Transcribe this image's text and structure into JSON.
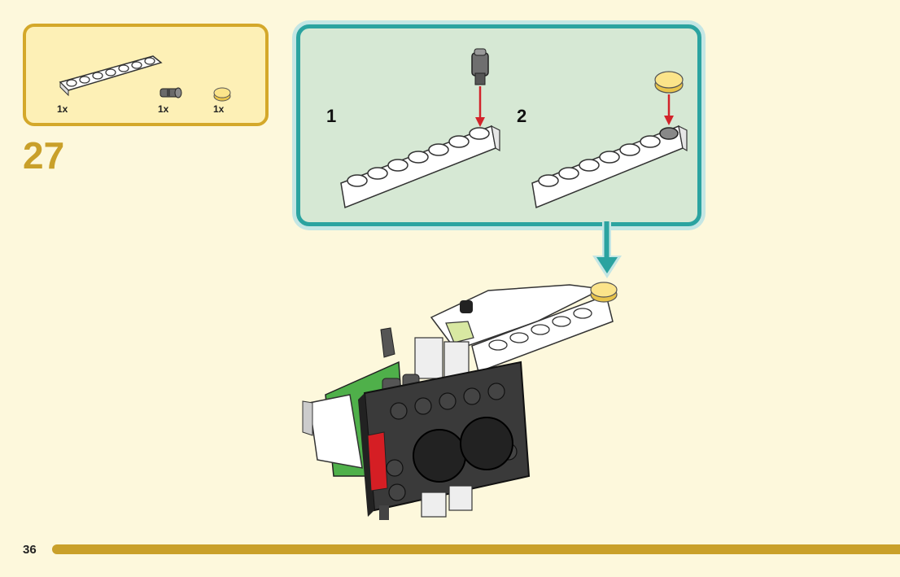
{
  "parts": [
    {
      "icon": "white-beam-icon",
      "qty": "1x"
    },
    {
      "icon": "dark-pin-icon",
      "qty": "1x"
    },
    {
      "icon": "yellow-round-tile-icon",
      "qty": "1x"
    }
  ],
  "step_number": "27",
  "substeps": [
    {
      "number": "1"
    },
    {
      "number": "2"
    }
  ],
  "page_number": "36",
  "colors": {
    "accent_gold": "#c9a02a",
    "panel_teal": "#2ba3a0",
    "arrow_red": "#d2232a",
    "background": "#fdf8dc"
  }
}
